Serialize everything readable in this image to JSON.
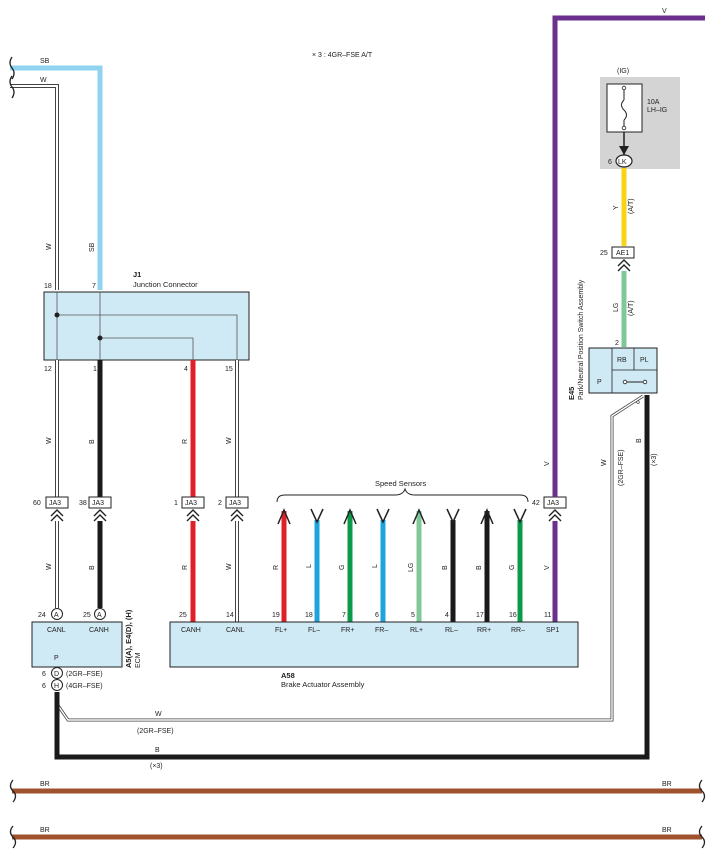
{
  "note": "× 3 : 4GR–FSE A/T",
  "colors": {
    "SB": "#8fd3ef",
    "W": "#ffffff",
    "B": "#1a1a1a",
    "R": "#e02027",
    "L": "#1ea4dc",
    "G": "#0a9a4a",
    "LG": "#7ec89a",
    "V": "#6b2f8e",
    "Y": "#f7d417",
    "BR": "#a0522d",
    "box": "#cfe9f5",
    "ig_box": "#d4d4d4"
  },
  "top_wires": {
    "sb": "SB",
    "w": "W",
    "v": "V"
  },
  "ig": {
    "label": "(IG)",
    "fuse_amp": "10A",
    "fuse_name": "LH–IG",
    "conn_pin": "6",
    "conn_name": "LK"
  },
  "j1": {
    "id": "J1",
    "name": "Junction Connector",
    "top_pins": [
      "18",
      "7"
    ],
    "bottom_pins": [
      "12",
      "1",
      "4",
      "15"
    ],
    "top_wire_labels": [
      "W",
      "SB"
    ]
  },
  "e45": {
    "id": "E45",
    "name": "Park/Neutral Position Switch Assembly",
    "rb": "RB",
    "pl": "PL",
    "p": "P",
    "pin_top": "2",
    "pin_bottom": "6"
  },
  "ae1": {
    "pin": "25",
    "name": "AE1"
  },
  "ja3": [
    {
      "pin": "60",
      "name": "JA3"
    },
    {
      "pin": "38",
      "name": "JA3"
    },
    {
      "pin": "1",
      "name": "JA3"
    },
    {
      "pin": "2",
      "name": "JA3"
    },
    {
      "pin": "42",
      "name": "JA3"
    }
  ],
  "wire_labels": {
    "j1_down": [
      "W",
      "B",
      "R",
      "W"
    ],
    "ja3_down": [
      "W",
      "B",
      "R",
      "W"
    ],
    "v_right": "V",
    "y": "Y",
    "y_at": "(A/T)",
    "lg": "LG",
    "lg_at": "(A/T)",
    "e45_w": "W",
    "e45_2gr": "(2GR–FSE)",
    "e45_b": "B",
    "e45_x3": "(×3)"
  },
  "speed_sensors": {
    "title": "Speed Sensors",
    "wires": [
      "R",
      "L",
      "G",
      "L",
      "LG",
      "B",
      "B",
      "G"
    ]
  },
  "ecm": {
    "id": "A5(A), E4(D), (H)",
    "name": "ECM",
    "pins": [
      {
        "num": "24",
        "conn": "A",
        "label": "CANL"
      },
      {
        "num": "25",
        "conn": "A",
        "label": "CANH"
      }
    ],
    "p_label": "P",
    "ground_pins": [
      {
        "num": "6",
        "conn": "D",
        "note": "(2GR–FSE)"
      },
      {
        "num": "6",
        "conn": "H",
        "note": "(4GR–FSE)"
      }
    ]
  },
  "a58": {
    "id": "A58",
    "name": "Brake Actuator Assembly",
    "pins": [
      {
        "num": "25",
        "label": "CANH"
      },
      {
        "num": "14",
        "label": "CANL"
      },
      {
        "num": "19",
        "label": "FL+"
      },
      {
        "num": "18",
        "label": "FL–"
      },
      {
        "num": "7",
        "label": "FR+"
      },
      {
        "num": "6",
        "label": "FR–"
      },
      {
        "num": "5",
        "label": "RL+"
      },
      {
        "num": "4",
        "label": "RL–"
      },
      {
        "num": "17",
        "label": "RR+"
      },
      {
        "num": "16",
        "label": "RR–"
      },
      {
        "num": "11",
        "label": "SP1"
      }
    ]
  },
  "bottom_labels": {
    "w": "W",
    "w_note": "(2GR–FSE)",
    "b": "B",
    "b_note": "(×3)"
  },
  "br_lines": [
    {
      "left": "BR",
      "right": "BR"
    },
    {
      "left": "BR",
      "right": "BR"
    }
  ]
}
